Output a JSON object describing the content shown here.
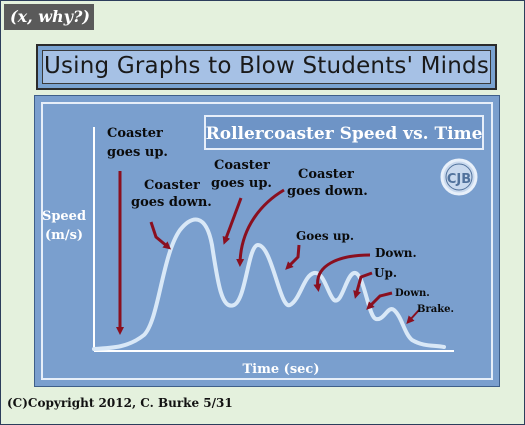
{
  "corner_label": "(x, why?)",
  "banner_title": "Using Graphs to Blow Students' Minds",
  "footer": "(C)Copyright 2012, C. Burke 5/31",
  "logo_text": "CJB",
  "colors": {
    "background": "#e4f1dd",
    "panel": "#7a9fce",
    "curve": "#d9e8f7",
    "arrow": "#8a0f1f"
  },
  "chart_data": {
    "type": "line",
    "title": "Rollercoaster Speed vs. Time",
    "ylabel": [
      "Speed",
      "(m/s)"
    ],
    "xlabel": "Time (sec)",
    "annotations": [
      {
        "lines": [
          "Coaster",
          "goes up."
        ]
      },
      {
        "lines": [
          "Coaster",
          "goes down."
        ]
      },
      {
        "lines": [
          "Coaster",
          "goes up."
        ]
      },
      {
        "lines": [
          "Coaster",
          "goes down."
        ]
      },
      {
        "lines": [
          "Goes up."
        ]
      },
      {
        "lines": [
          "Down."
        ]
      },
      {
        "lines": [
          "Up."
        ]
      },
      {
        "lines": [
          "Down."
        ]
      },
      {
        "lines": [
          "Brake."
        ]
      }
    ]
  }
}
